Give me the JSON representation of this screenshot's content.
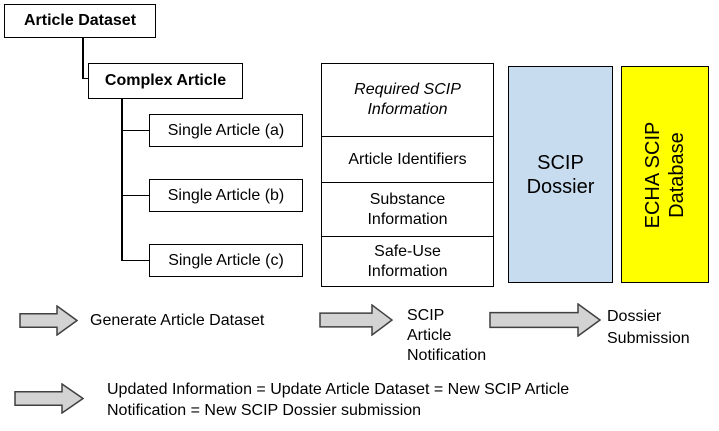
{
  "tree": {
    "root_label": "Article Dataset",
    "complex_label": "Complex Article",
    "singles": [
      "Single Article (a)",
      "Single Article (b)",
      "Single Article (c)"
    ]
  },
  "info_table": {
    "header": "Required SCIP\nInformation",
    "rows": [
      "Article Identifiers",
      "Substance\nInformation",
      "Safe-Use\nInformation"
    ]
  },
  "dossier": {
    "label": "SCIP\nDossier",
    "color": "#C8DCF0"
  },
  "database": {
    "label": "ECHA SCIP\nDatabase",
    "color": "#FFFF00"
  },
  "flow": {
    "arrow_fill": "#D3D3D3",
    "arrow_stroke": "#404040",
    "steps": [
      {
        "label": "Generate Article Dataset"
      },
      {
        "label": "SCIP\nArticle\nNotification"
      },
      {
        "label": "Dossier\nSubmission"
      }
    ],
    "update_note": "Updated Information = Update Article Dataset = New SCIP Article\nNotification = New SCIP Dossier submission"
  }
}
